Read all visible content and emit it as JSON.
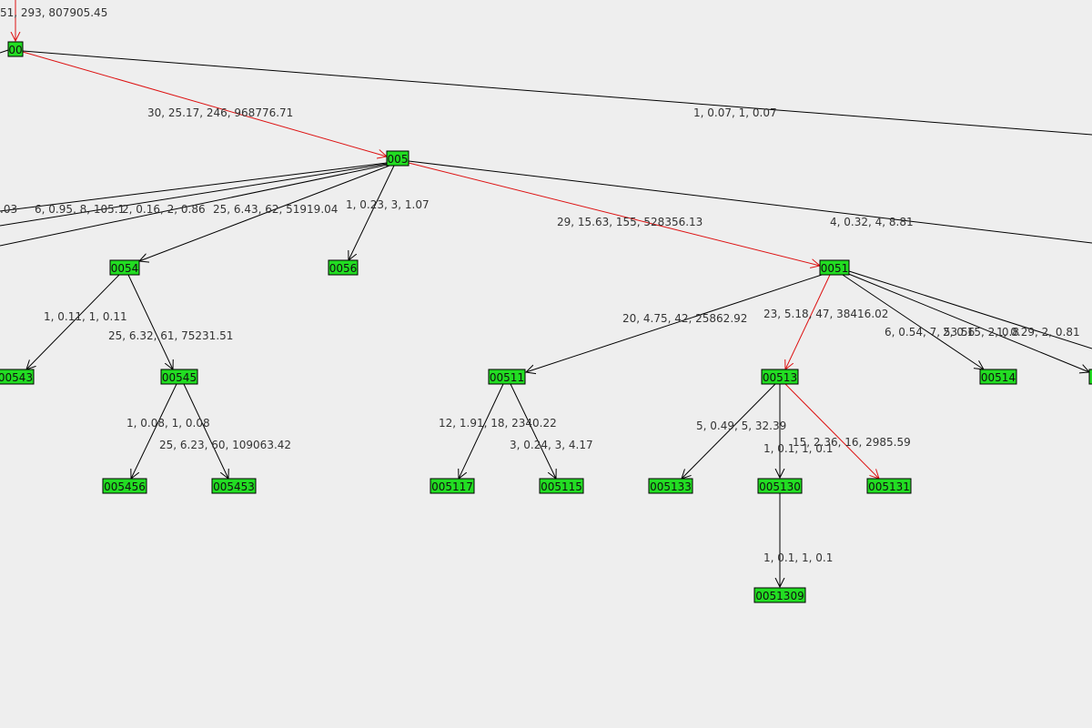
{
  "nodes": [
    {
      "id": "n00",
      "label": "00",
      "name": "node-00"
    },
    {
      "id": "n005",
      "label": "005",
      "name": "node-005"
    },
    {
      "id": "n0054",
      "label": "0054",
      "name": "node-0054"
    },
    {
      "id": "n0056",
      "label": "0056",
      "name": "node-0056"
    },
    {
      "id": "n0051",
      "label": "0051",
      "name": "node-0051"
    },
    {
      "id": "n00543",
      "label": "00543",
      "name": "node-00543"
    },
    {
      "id": "n00545",
      "label": "00545",
      "name": "node-00545"
    },
    {
      "id": "n00511",
      "label": "00511",
      "name": "node-00511"
    },
    {
      "id": "n00513",
      "label": "00513",
      "name": "node-00513"
    },
    {
      "id": "n00514",
      "label": "00514",
      "name": "node-00514"
    },
    {
      "id": "n005456",
      "label": "005456",
      "name": "node-005456"
    },
    {
      "id": "n005453",
      "label": "005453",
      "name": "node-005453"
    },
    {
      "id": "n005117",
      "label": "005117",
      "name": "node-005117"
    },
    {
      "id": "n005115",
      "label": "005115",
      "name": "node-005115"
    },
    {
      "id": "n005133",
      "label": "005133",
      "name": "node-005133"
    },
    {
      "id": "n005130",
      "label": "005130",
      "name": "node-005130"
    },
    {
      "id": "n005131",
      "label": "005131",
      "name": "node-005131"
    },
    {
      "id": "n0051309",
      "label": "0051309",
      "name": "node-0051309"
    }
  ],
  "edge_labels": [
    {
      "id": "e_top",
      "text": "51, 293, 807905.45"
    },
    {
      "id": "e_00_005",
      "text": "30, 25.17, 246, 968776.71"
    },
    {
      "id": "e_00_right",
      "text": "1, 0.07, 1, 0.07"
    },
    {
      "id": "e_005_left1",
      "text": ".03"
    },
    {
      "id": "e_005_left2",
      "text": "6, 0.95, 8, 105.1"
    },
    {
      "id": "e_005_left3",
      "text": "2, 0.16, 2, 0.86"
    },
    {
      "id": "e_005_0054",
      "text": "25, 6.43, 62, 51919.04"
    },
    {
      "id": "e_005_0056",
      "text": "1, 0.23, 3, 1.07"
    },
    {
      "id": "e_005_0051",
      "text": "29, 15.63, 155, 528356.13"
    },
    {
      "id": "e_005_right",
      "text": "4, 0.32, 4, 8.81"
    },
    {
      "id": "e_0054_00543",
      "text": "1, 0.11, 1, 0.11"
    },
    {
      "id": "e_0054_00545",
      "text": "25, 6.32, 61, 75231.51"
    },
    {
      "id": "e_0051_00511",
      "text": "20, 4.75, 42, 25862.92"
    },
    {
      "id": "e_0051_00513",
      "text": "23, 5.18, 47, 38416.02"
    },
    {
      "id": "e_0051_00514",
      "text": "6, 0.54, 7, 53.56"
    },
    {
      "id": "e_0051_r2",
      "text": "2, 0.15, 2, 0.8"
    },
    {
      "id": "e_0051_r3",
      "text": "1, 0.29, 2, 0.81"
    },
    {
      "id": "e_00545_005456",
      "text": "1, 0.08, 1, 0.08"
    },
    {
      "id": "e_00545_005453",
      "text": "25, 6.23, 60, 109063.42"
    },
    {
      "id": "e_00511_005117",
      "text": "12, 1.91, 18, 2340.22"
    },
    {
      "id": "e_00511_005115",
      "text": "3, 0.24, 3, 4.17"
    },
    {
      "id": "e_00513_005133",
      "text": "5, 0.49, 5, 32.39"
    },
    {
      "id": "e_00513_005130",
      "text": "1, 0.1, 1, 0.1"
    },
    {
      "id": "e_00513_005131",
      "text": "15, 2.36, 16, 2985.59"
    },
    {
      "id": "e_005130_0051309",
      "text": "1, 0.1, 1, 0.1"
    }
  ],
  "colors": {
    "node_fill": "#22dd22",
    "node_stroke": "#000000",
    "edge": "#000000",
    "edge_highlight": "#dd1111",
    "background": "#eeeeee"
  }
}
